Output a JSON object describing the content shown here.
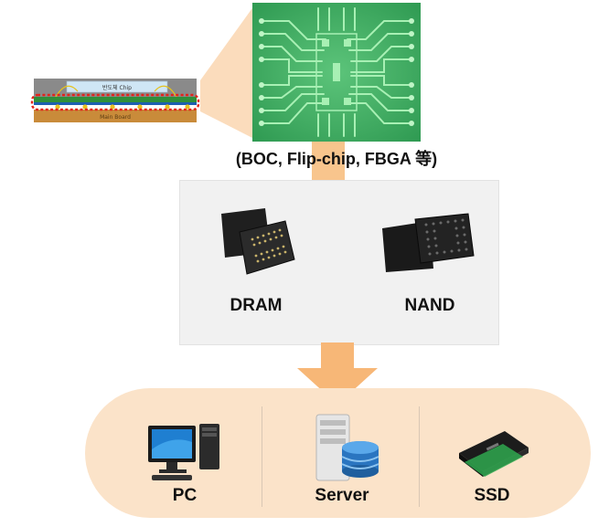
{
  "cross_section": {
    "chip_label": "반도체 Chip",
    "board_label": "Main Board"
  },
  "package_types_caption": "(BOC, Flip-chip, FBGA 等)",
  "memory": {
    "dram_label": "DRAM",
    "nand_label": "NAND"
  },
  "applications": {
    "pc_label": "PC",
    "server_label": "Server",
    "ssd_label": "SSD"
  },
  "colors": {
    "pcb_green": "#3fae63",
    "trace_green": "#9be3a8",
    "connector_orange": "#f8c58d",
    "arrow_orange": "#f7b777",
    "panel_gray": "#f1f1f1",
    "pill_peach": "#fbe3c9",
    "highlight_red": "#e2231a"
  }
}
